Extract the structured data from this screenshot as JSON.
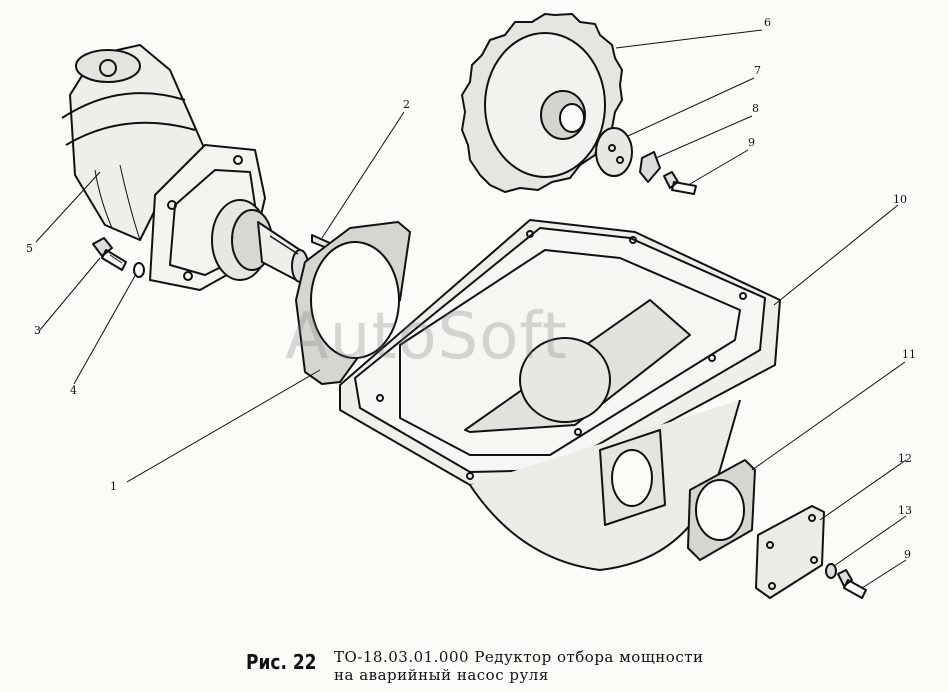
{
  "callouts": [
    {
      "num": "1"
    },
    {
      "num": "2"
    },
    {
      "num": "3"
    },
    {
      "num": "4"
    },
    {
      "num": "5"
    },
    {
      "num": "6"
    },
    {
      "num": "7"
    },
    {
      "num": "8"
    },
    {
      "num": "9"
    },
    {
      "num": "10"
    },
    {
      "num": "11"
    },
    {
      "num": "12"
    },
    {
      "num": "13"
    },
    {
      "num": "9"
    }
  ],
  "watermark": "AutoSoft",
  "caption": {
    "fig_label": "Рис. 22",
    "line1": "ТО-18.03.01.000 Редуктор отбора мощности",
    "line2": "на аварийный насос руля"
  }
}
